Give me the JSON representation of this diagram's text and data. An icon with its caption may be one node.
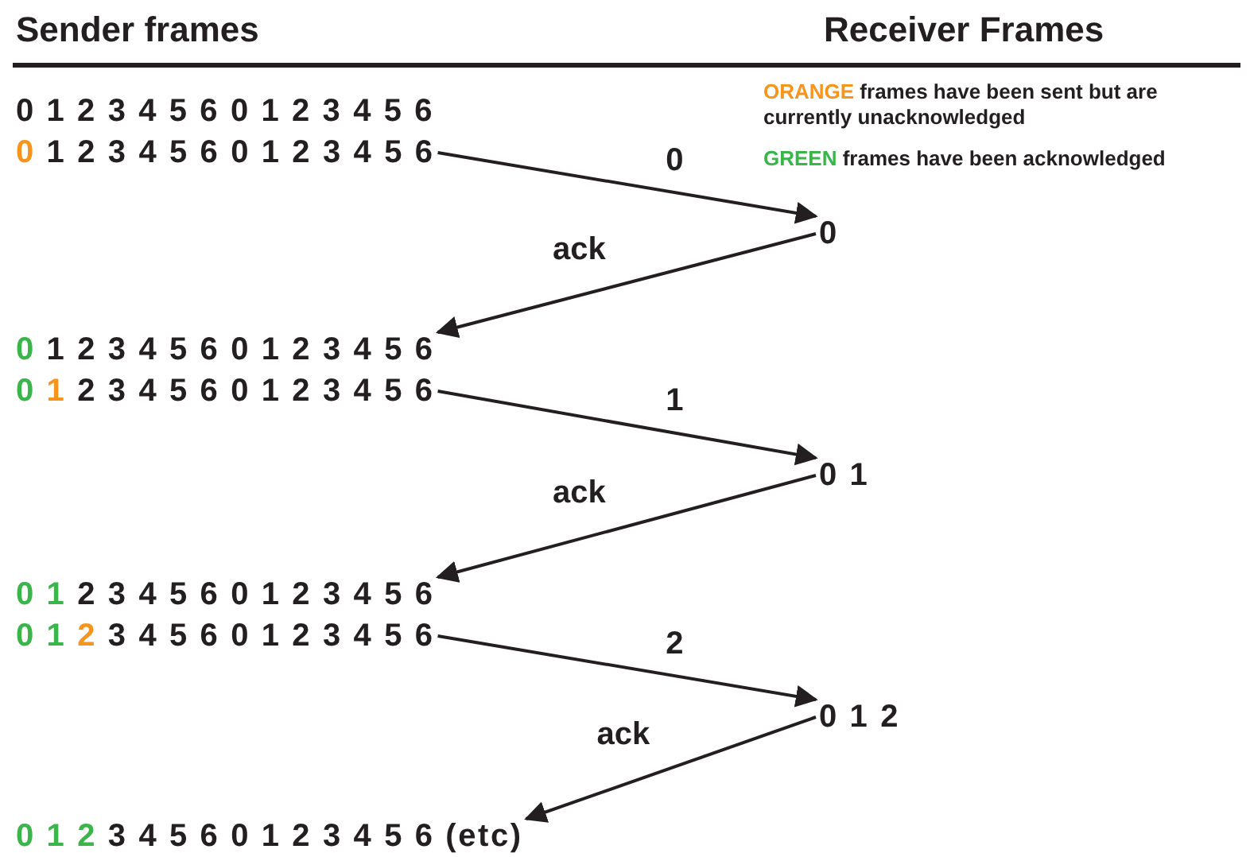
{
  "diagram": {
    "nodes": [
      {
        "text": [
          "0 1 2 3 4 5 6 0 1 2 3 4 5 6"
        ]
      },
      {
        "text": [
          "0"
        ]
      },
      {
        "text": [
          "0 1 2 3 4 5 6 0 1 2 3 4 5 6"
        ]
      },
      {
        "text": [
          "0 1 2 3 4 5 6 0 1 2 3 4 5 6"
        ]
      },
      {
        "text": [
          "0 1"
        ]
      },
      {
        "text": [
          "0 1 2 3 4 5 6 0 1 2 3 4 5 6"
        ]
      },
      {
        "text": [
          "0 1 2 3 4 5 6 0 1 2 3 4 5 6"
        ]
      },
      {
        "text": [
          "0 1 2"
        ]
      },
      {
        "text": [
          "0 1 2 3 4 5 6 0 1 2 3 4 5 6 (etc)"
        ]
      }
    ],
    "edges": [
      {
        "from": 0,
        "to": 1,
        "arrow": "to",
        "label": "0"
      },
      {
        "from": 1,
        "to": 2,
        "arrow": "to",
        "label": "ack"
      },
      {
        "from": 3,
        "to": 4,
        "arrow": "to",
        "label": "1"
      },
      {
        "from": 4,
        "to": 5,
        "arrow": "to",
        "label": "ack"
      },
      {
        "from": 6,
        "to": 7,
        "arrow": "to",
        "label": "2"
      },
      {
        "from": 7,
        "to": 8,
        "arrow": "to",
        "label": "ack"
      }
    ],
    "labels": [
      "Sender frames",
      "Receiver Frames",
      "0 1 2 3 4 5 6 0 1 2 3 4 5 6"
    ],
    "legend": [
      {
        "text": "ORANGE frames have been sent but are currently unacknowledged",
        "color": "#f7941d"
      },
      {
        "text": "GREEN frames have been acknowledged",
        "color": "#39b54a"
      }
    ]
  }
}
